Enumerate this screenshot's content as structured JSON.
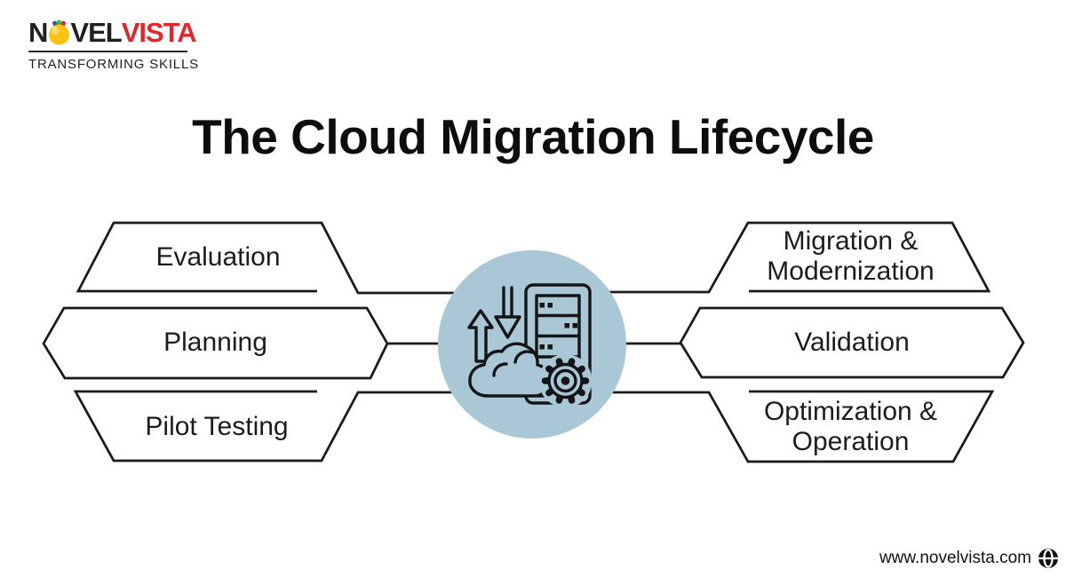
{
  "brand": {
    "logo_text_start": "N",
    "logo_text_mid": "VEL",
    "logo_text_end": "VISTA",
    "tagline": "TRANSFORMING SKILLS",
    "accent_color": "#e2262c",
    "bulb_color": "#ffc20e"
  },
  "title": "The Cloud Migration Lifecycle",
  "stages": [
    {
      "id": "evaluation",
      "lines": [
        "Evaluation"
      ]
    },
    {
      "id": "planning",
      "lines": [
        "Planning"
      ]
    },
    {
      "id": "pilot-testing",
      "lines": [
        "Pilot Testing"
      ]
    },
    {
      "id": "migration-modernization",
      "lines": [
        "Migration &",
        "Modernization"
      ]
    },
    {
      "id": "validation",
      "lines": [
        "Validation"
      ]
    },
    {
      "id": "optimization-operation",
      "lines": [
        "Optimization &",
        "Operation"
      ]
    }
  ],
  "center": {
    "icon": "cloud-server-migration-icon",
    "circle_color": "#a9c7d5"
  },
  "colors": {
    "outline": "#1a1a1a",
    "background": "#ffffff"
  },
  "footer": {
    "website": "www.novelvista.com",
    "icon": "globe-icon"
  }
}
